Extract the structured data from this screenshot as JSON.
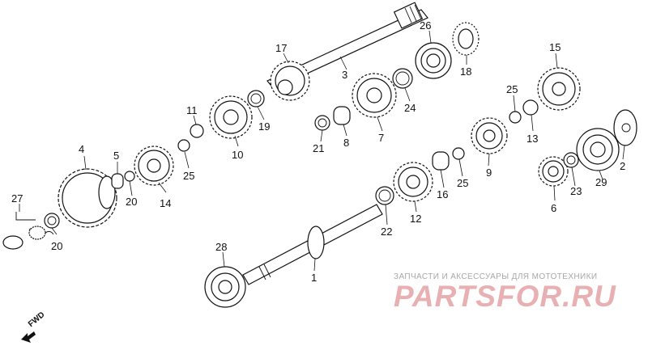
{
  "diagram": {
    "callouts": [
      "27",
      "20",
      "4",
      "5",
      "20",
      "14",
      "11",
      "25",
      "10",
      "19",
      "17",
      "3",
      "26",
      "18",
      "21",
      "8",
      "7",
      "24",
      "15",
      "25",
      "13",
      "9",
      "16",
      "25",
      "12",
      "22",
      "1",
      "28",
      "2",
      "29",
      "23",
      "6"
    ],
    "direction_marker": "FWD"
  },
  "watermark": {
    "subtitle": "ЗАПЧАСТИ И АКСЕССУАРЫ ДЛЯ МОТОТЕХНИКИ",
    "brand": "PARTSFOR.RU"
  }
}
